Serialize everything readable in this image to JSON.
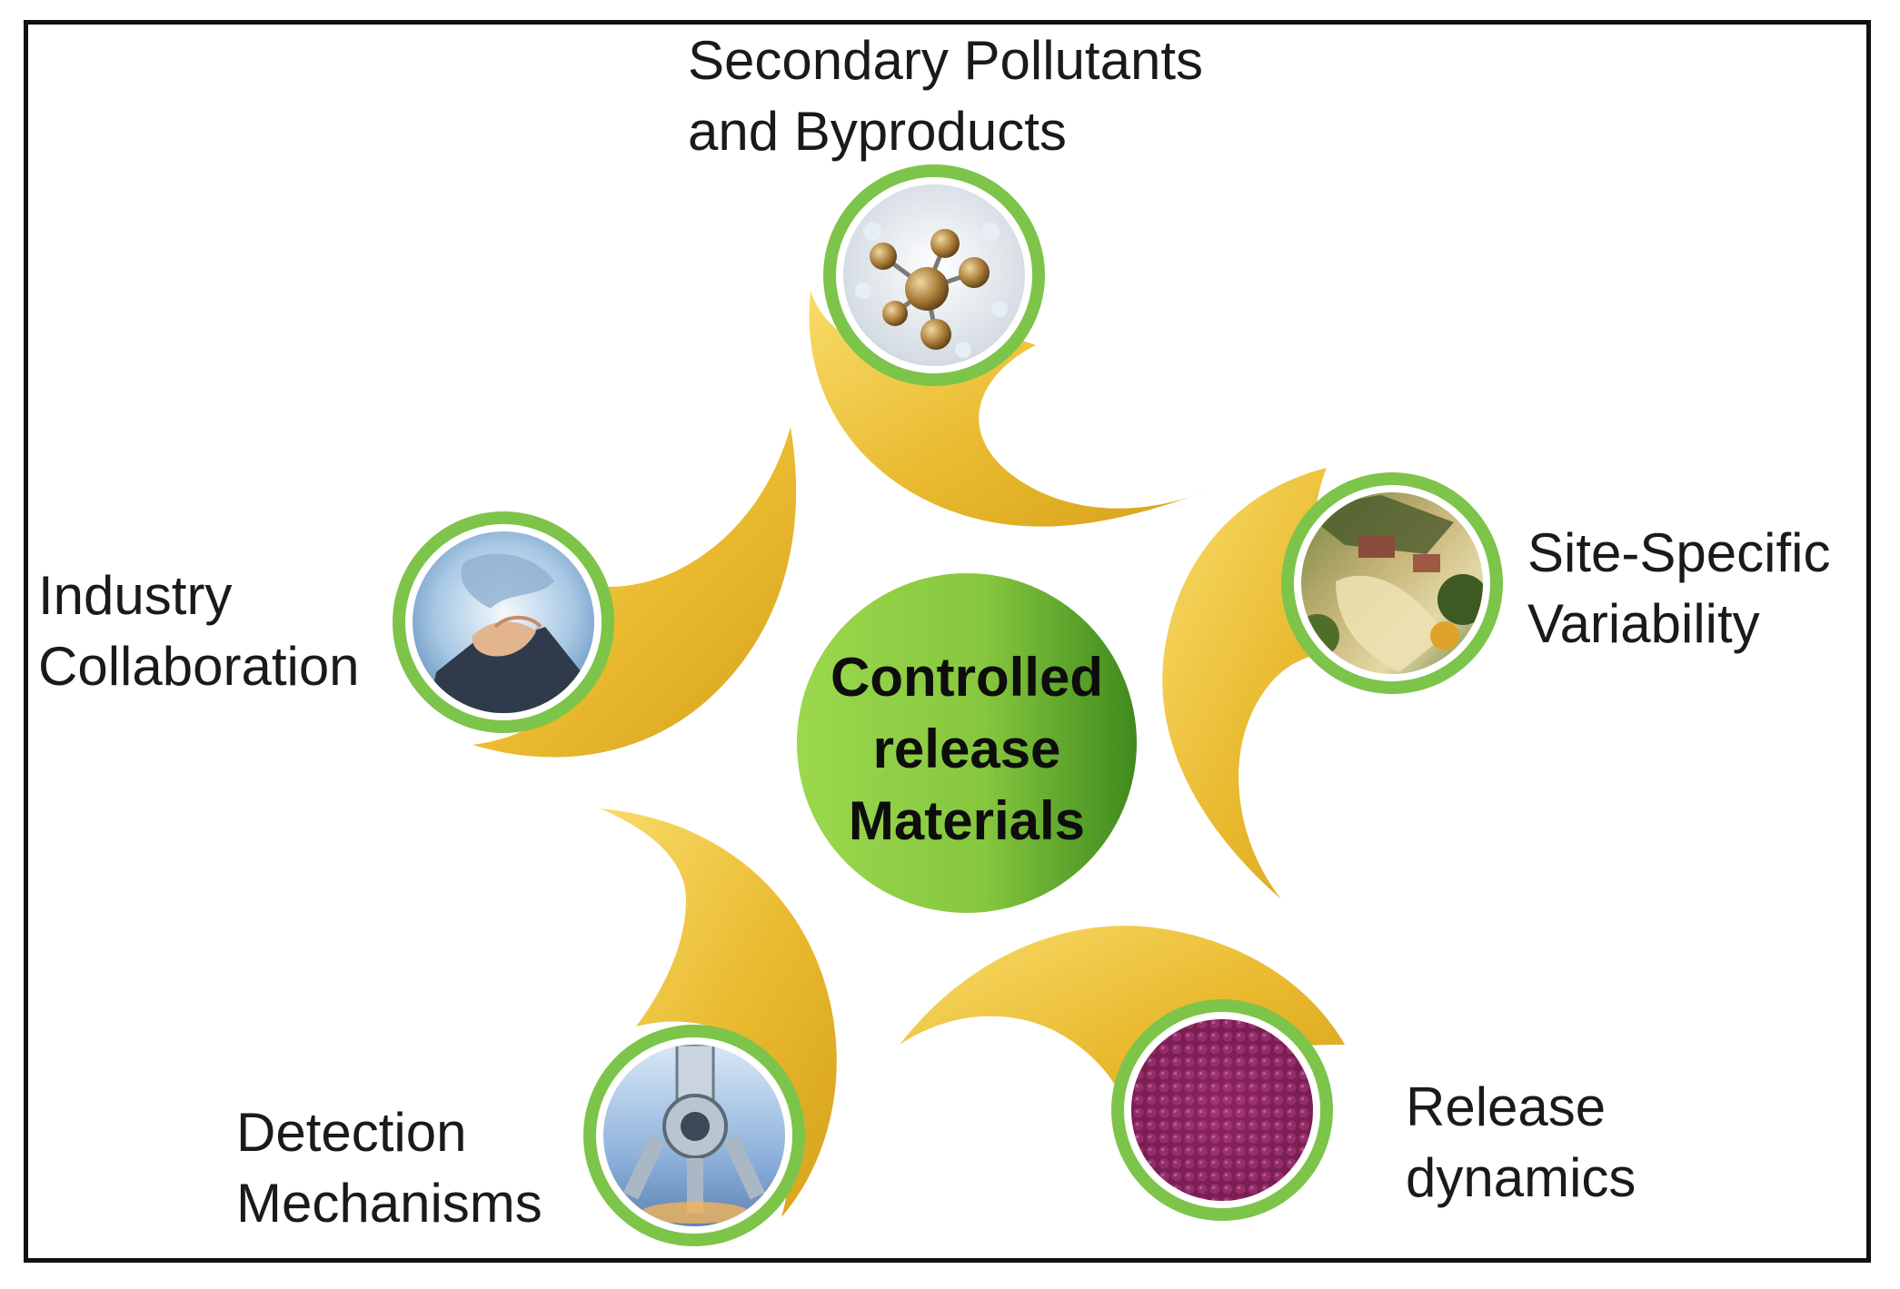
{
  "center": {
    "line1": "Controlled",
    "line2": "release",
    "line3": "Materials"
  },
  "nodes": [
    {
      "id": "secondary-pollutants",
      "line1": "Secondary Pollutants",
      "line2": "and Byproducts",
      "icon": "molecule-icon"
    },
    {
      "id": "site-specific-variability",
      "line1": "Site-Specific",
      "line2": "Variability",
      "icon": "aerial-landscape-icon"
    },
    {
      "id": "release-dynamics",
      "line1": "Release",
      "line2": "dynamics",
      "icon": "purple-beads-icon"
    },
    {
      "id": "detection-mechanisms",
      "line1": "Detection",
      "line2": "Mechanisms",
      "icon": "microscope-icon"
    },
    {
      "id": "industry-collaboration",
      "line1": "Industry",
      "line2": "Collaboration",
      "icon": "handshake-globe-icon"
    }
  ],
  "colors": {
    "ring": "#7dc44a",
    "ring_light": "#a6d868",
    "swirl": "#e8b92f",
    "swirl_light": "#f6d45e",
    "center_dark": "#3f8a1e",
    "center_light": "#9bd84d",
    "frame": "#111111"
  }
}
